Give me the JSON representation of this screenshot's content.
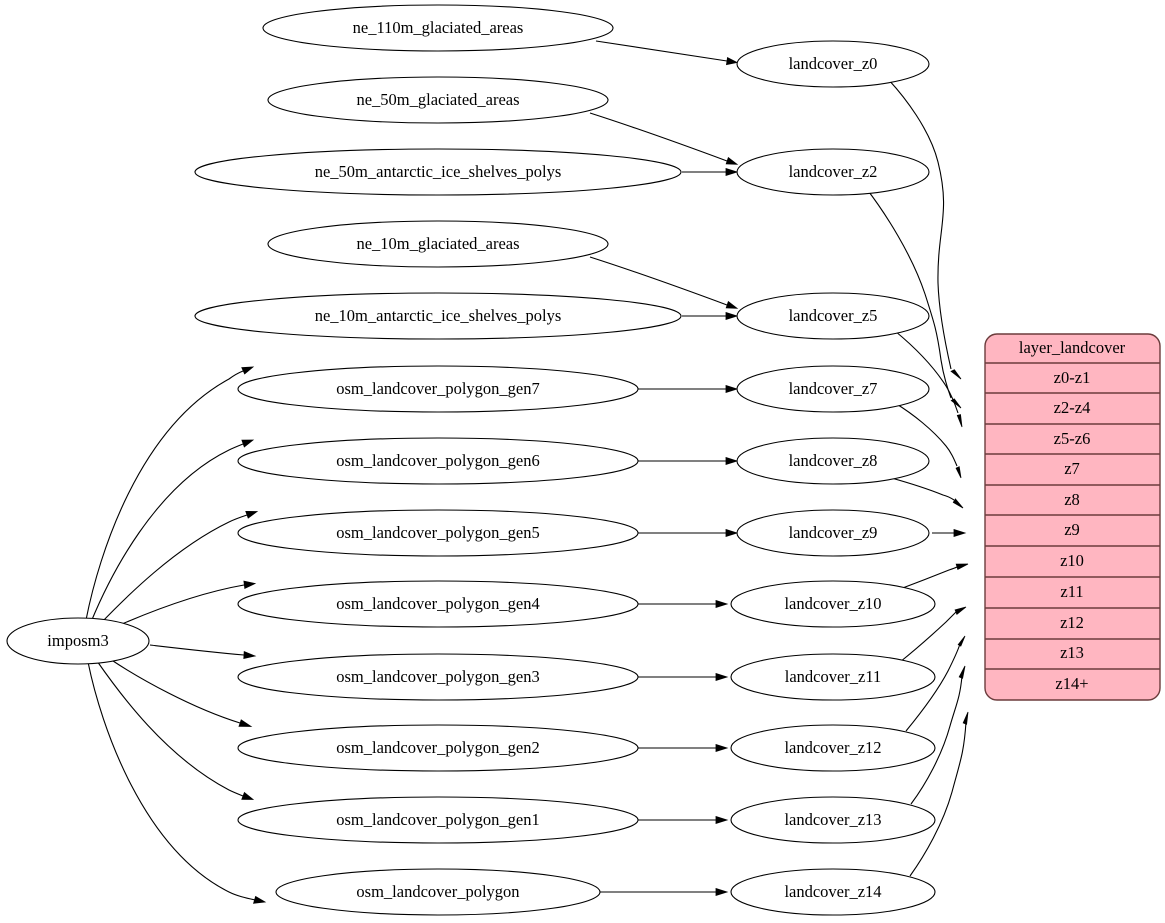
{
  "diagram": {
    "type": "graphviz-dag",
    "title": "landcover layer mapping",
    "background": "#ffffff",
    "colors": {
      "node_fill": "#ffffff",
      "node_stroke": "#000000",
      "edge": "#000000",
      "table_fill": "#ffb6c1",
      "table_stroke": "#6b3c3c"
    }
  },
  "sources": {
    "root": {
      "label": "imposm3"
    },
    "natural_earth": [
      {
        "label": "ne_110m_glaciated_areas"
      },
      {
        "label": "ne_50m_glaciated_areas"
      },
      {
        "label": "ne_50m_antarctic_ice_shelves_polys"
      },
      {
        "label": "ne_10m_glaciated_areas"
      },
      {
        "label": "ne_10m_antarctic_ice_shelves_polys"
      }
    ],
    "osm": [
      {
        "label": "osm_landcover_polygon_gen7"
      },
      {
        "label": "osm_landcover_polygon_gen6"
      },
      {
        "label": "osm_landcover_polygon_gen5"
      },
      {
        "label": "osm_landcover_polygon_gen4"
      },
      {
        "label": "osm_landcover_polygon_gen3"
      },
      {
        "label": "osm_landcover_polygon_gen2"
      },
      {
        "label": "osm_landcover_polygon_gen1"
      },
      {
        "label": "osm_landcover_polygon"
      }
    ]
  },
  "views": [
    {
      "label": "landcover_z0"
    },
    {
      "label": "landcover_z2"
    },
    {
      "label": "landcover_z5"
    },
    {
      "label": "landcover_z7"
    },
    {
      "label": "landcover_z8"
    },
    {
      "label": "landcover_z9"
    },
    {
      "label": "landcover_z10"
    },
    {
      "label": "landcover_z11"
    },
    {
      "label": "landcover_z12"
    },
    {
      "label": "landcover_z13"
    },
    {
      "label": "landcover_z14"
    }
  ],
  "layer_table": {
    "title": "layer_landcover",
    "rows": [
      {
        "label": "z0-z1"
      },
      {
        "label": "z2-z4"
      },
      {
        "label": "z5-z6"
      },
      {
        "label": "z7"
      },
      {
        "label": "z8"
      },
      {
        "label": "z9"
      },
      {
        "label": "z10"
      },
      {
        "label": "z11"
      },
      {
        "label": "z12"
      },
      {
        "label": "z13"
      },
      {
        "label": "z14+"
      }
    ]
  }
}
